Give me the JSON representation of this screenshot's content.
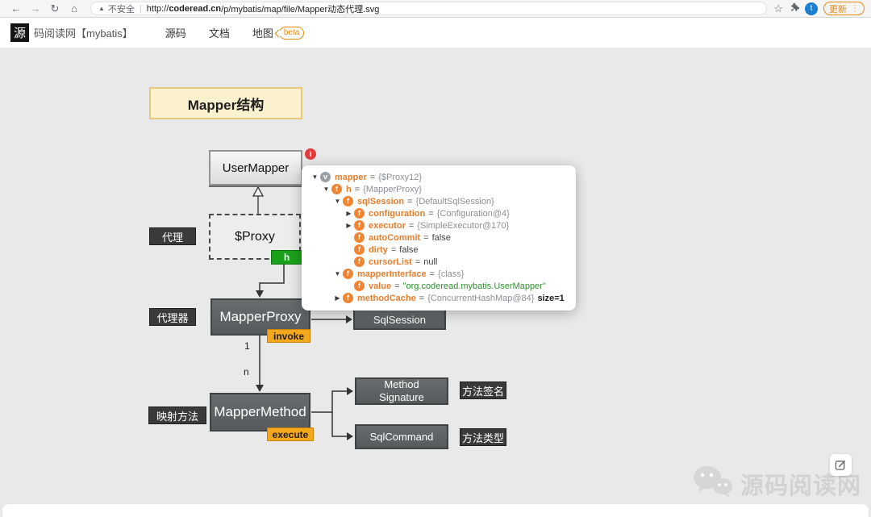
{
  "browser": {
    "icons": {
      "back": "←",
      "forward": "→",
      "reload": "↻",
      "home": "⌂",
      "warning": "▲",
      "star": "☆",
      "dots": "⋮"
    },
    "security_warning": "不安全",
    "url_separator": "|",
    "url_prefix": "http://",
    "url_host": "coderead.cn",
    "url_path": "/p/mybatis/map/file/Mapper动态代理.svg",
    "avatar_letter": "t",
    "update_button": "更新"
  },
  "site_header": {
    "logo_char": "源",
    "title": "码阅读网【mybatis】",
    "nav": [
      {
        "label": "源码"
      },
      {
        "label": "文档"
      },
      {
        "label": "地图",
        "badge": "beta"
      }
    ]
  },
  "diagram": {
    "title": "Mapper结构",
    "nodes": {
      "user_mapper": "UserMapper",
      "proxy": "$Proxy",
      "mapper_proxy": "MapperProxy",
      "sql_session": "SqlSession",
      "mapper_method": "MapperMethod",
      "method_signature_line1": "Method",
      "method_signature_line2": "Signature",
      "sql_command": "SqlCommand"
    },
    "labels": {
      "proxy": "代理",
      "proxy_er": "代理器",
      "mapping_method": "映射方法",
      "method_sig": "方法签名",
      "method_type": "方法类型"
    },
    "badges": {
      "h": "h",
      "invoke": "invoke",
      "execute": "execute"
    },
    "multiplicity": {
      "one": "1",
      "n": "n"
    },
    "info_icon_letter": "i"
  },
  "inspector": {
    "eq": "=",
    "glyphs": {
      "open": "▼",
      "closed": "▶"
    },
    "rows": [
      {
        "level": 0,
        "expand": "open",
        "icon": "v",
        "name": "mapper",
        "value": "{$Proxy12}",
        "value_type": "object"
      },
      {
        "level": 1,
        "expand": "open",
        "icon": "f",
        "name": "h",
        "value": "{MapperProxy}",
        "value_type": "object"
      },
      {
        "level": 2,
        "expand": "open",
        "icon": "f",
        "name": "sqlSession",
        "value": "{DefaultSqlSession}",
        "value_type": "object"
      },
      {
        "level": 3,
        "expand": "closed",
        "icon": "f",
        "name": "configuration",
        "value": "{Configuration@4}",
        "value_type": "object"
      },
      {
        "level": 3,
        "expand": "closed",
        "icon": "f",
        "name": "executor",
        "value": "{SimpleExecutor@170}",
        "value_type": "object"
      },
      {
        "level": 3,
        "expand": "none",
        "icon": "f",
        "name": "autoCommit",
        "value": "false",
        "value_type": "plain"
      },
      {
        "level": 3,
        "expand": "none",
        "icon": "f",
        "name": "dirty",
        "value": "false",
        "value_type": "plain"
      },
      {
        "level": 3,
        "expand": "none",
        "icon": "f",
        "name": "cursorList",
        "value": "null",
        "value_type": "plain"
      },
      {
        "level": 2,
        "expand": "open",
        "icon": "f",
        "name": "mapperInterface",
        "value": "{class}",
        "value_type": "object"
      },
      {
        "level": 3,
        "expand": "none",
        "icon": "f",
        "name": "value",
        "value": "\"org.coderead.mybatis.UserMapper\"",
        "value_type": "string"
      },
      {
        "level": 2,
        "expand": "closed",
        "icon": "f",
        "name": "methodCache",
        "value": "{ConcurrentHashMap@84}",
        "value_type": "object",
        "suffix": "size=1"
      }
    ]
  },
  "watermark": {
    "text": "源码阅读网"
  },
  "colors": {
    "accent_orange": "#e8890c",
    "avatar_blue": "#1b7fd4",
    "field_orange": "#e87d2c",
    "icon_orange": "#ef8432",
    "icon_gray": "#9aa0a6",
    "string_green": "#2f8f2f",
    "node_dark": "#5d6163",
    "badge_amber": "#f5a81c",
    "h_green": "#1aa11a",
    "info_red": "#e23b3b",
    "title_cream": "#fbf1cf",
    "page_bg": "#e9e9e9"
  }
}
